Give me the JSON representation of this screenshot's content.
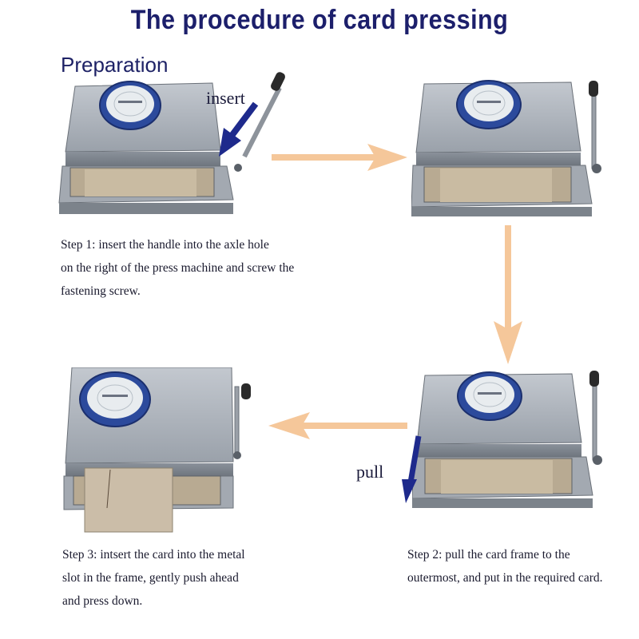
{
  "title": "The procedure of card pressing",
  "preparation_label": "Preparation",
  "insert_label": "insert",
  "pull_label": "pull",
  "step1": {
    "line1": "Step 1: insert the handle into the axle hole",
    "line2": "on the right of the press machine and screw the",
    "line3": "fastening screw."
  },
  "step2": {
    "line1": "Step 2: pull the card frame to the",
    "line2": "outermost, and put in the required card."
  },
  "step3": {
    "line1": "Step 3: intsert the card into the metal",
    "line2": "slot in the frame, gently push ahead",
    "line3": "and press down."
  },
  "colors": {
    "title": "#1c1f6b",
    "flow_arrow": "#f5c79a",
    "motion_arrow": "#1e2a8c",
    "machine_body": "#8e959e"
  }
}
